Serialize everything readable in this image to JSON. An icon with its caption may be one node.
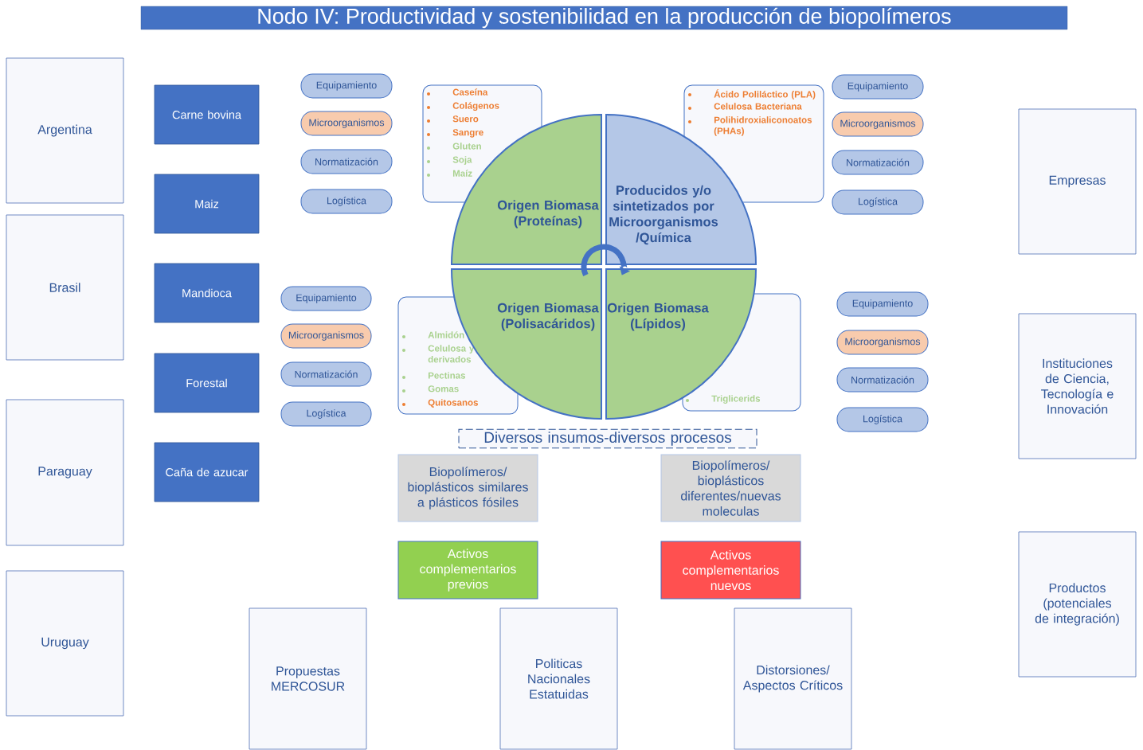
{
  "diagram": {
    "title": "Nodo IV: Productividad y sostenibilidad en la producción de biopolímeros",
    "nodes": [
      {
        "text": [
          "Argentina"
        ]
      },
      {
        "text": [
          "Brasil"
        ]
      },
      {
        "text": [
          "Paraguay"
        ]
      },
      {
        "text": [
          "Uruguay"
        ]
      },
      {
        "text": [
          "Carne bovina"
        ]
      },
      {
        "text": [
          "Maiz"
        ]
      },
      {
        "text": [
          "Mandioca"
        ]
      },
      {
        "text": [
          "Forestal"
        ]
      },
      {
        "text": [
          "Caña de azucar"
        ]
      },
      {
        "text": [
          "Equipamiento"
        ]
      },
      {
        "text": [
          "Microorganismos"
        ]
      },
      {
        "text": [
          "Normatización"
        ]
      },
      {
        "text": [
          "Logística"
        ]
      },
      {
        "text": [
          "Equipamiento"
        ]
      },
      {
        "text": [
          "Microorganismos"
        ]
      },
      {
        "text": [
          "Normatización"
        ]
      },
      {
        "text": [
          "Logística"
        ]
      },
      {
        "text": [
          "Caseína",
          "Colágenos",
          "Suero",
          "Sangre",
          "Gluten",
          "Soja",
          "Maíz"
        ]
      },
      {
        "text": [
          "Ácido Poliláctico (PLA)",
          "Celulosa Bacteriana",
          "Polihidroxialiconoatos (PHAs)"
        ]
      },
      {
        "text": [
          "Almidón",
          "Celulosa y derivados",
          "Pectinas",
          "Gomas",
          "Quitosanos"
        ]
      },
      {
        "text": [
          "Triglicerids"
        ]
      },
      {
        "text": [
          "Origen Biomasa (Proteínas)"
        ]
      },
      {
        "text": [
          "Producidos y/o sintetizados por Microorganismos /Química"
        ]
      },
      {
        "text": [
          "Origen Biomasa (Polisacáridos)"
        ]
      },
      {
        "text": [
          "Origen Biomasa (Lípidos)"
        ]
      },
      {
        "text": [
          "Equipamiento"
        ]
      },
      {
        "text": [
          "Microorganismos"
        ]
      },
      {
        "text": [
          "Normatización"
        ]
      },
      {
        "text": [
          "Logística"
        ]
      },
      {
        "text": [
          "Equipamiento"
        ]
      },
      {
        "text": [
          "Microorganismos"
        ]
      },
      {
        "text": [
          "Normatización"
        ]
      },
      {
        "text": [
          "Logística"
        ]
      },
      {
        "text": [
          "Empresas"
        ]
      },
      {
        "text": [
          "Instituciones de Ciencia, Tecnología e Innovación"
        ]
      },
      {
        "text": [
          "Productos (potenciales de integración)"
        ]
      },
      {
        "text": [
          "Diversos insumos-diversos procesos"
        ]
      },
      {
        "text": [
          "Biopolímeros/ bioplásticos similares a plásticos fósiles"
        ]
      },
      {
        "text": [
          "Biopolímeros/ bioplásticos diferentes/nuevas moleculas"
        ]
      },
      {
        "text": [
          "Activos complementarios previos"
        ]
      },
      {
        "text": [
          "Activos complementarios nuevos"
        ]
      },
      {
        "text": [
          "Propuestas MERCOSUR"
        ]
      },
      {
        "text": [
          "Politicas Nacionales Estatuidas"
        ]
      },
      {
        "text": [
          "Distorsiones/ Aspectos Críticos"
        ]
      },
      {
        "text": [],
        "shape": "arrow"
      }
    ]
  }
}
